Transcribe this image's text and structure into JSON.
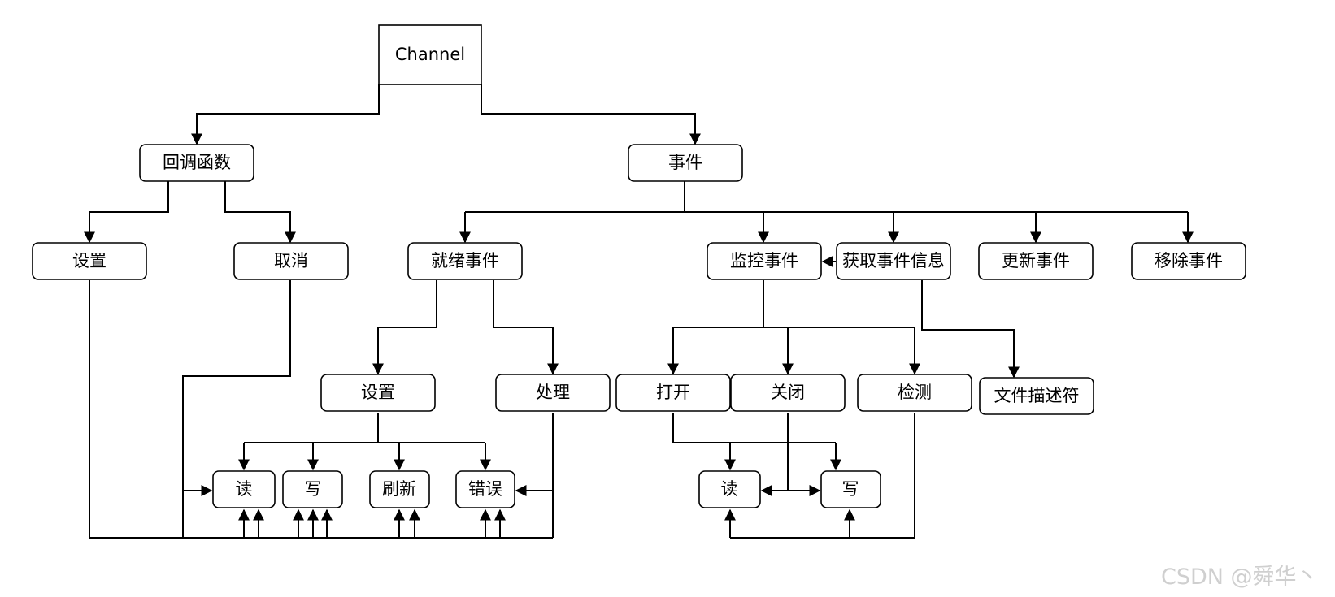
{
  "nodes": {
    "channel": "Channel",
    "callback": "回调函数",
    "events": "事件",
    "cb_set": "设置",
    "cb_cancel": "取消",
    "ready": "就绪事件",
    "monitor": "监控事件",
    "get_info": "获取事件信息",
    "update": "更新事件",
    "remove": "移除事件",
    "ready_set": "设置",
    "ready_handle": "处理",
    "open": "打开",
    "close": "关闭",
    "detect": "检测",
    "fd": "文件描述符",
    "left_read": "读",
    "left_write": "写",
    "left_refresh": "刷新",
    "left_error": "错误",
    "right_read": "读",
    "right_write": "写"
  },
  "watermark": "CSDN @舜华丶",
  "colors": {
    "stroke": "#000000",
    "background": "#ffffff",
    "watermark": "#cfcfcf"
  }
}
